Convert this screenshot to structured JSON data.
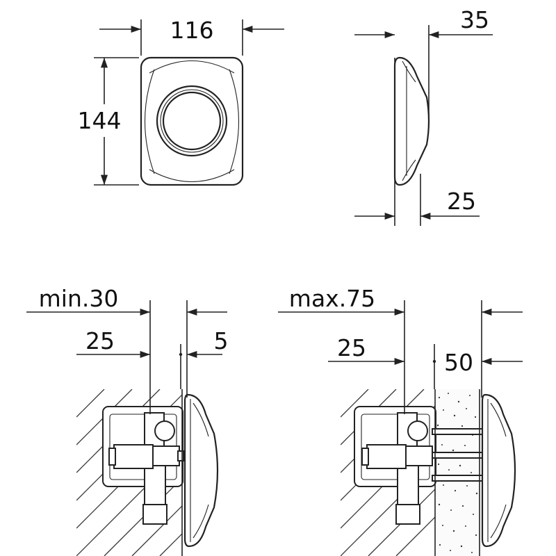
{
  "front_view": {
    "width_label": "116",
    "height_label": "144"
  },
  "side_view": {
    "depth_label": "35",
    "base_label": "25"
  },
  "install_min": {
    "depth_label": "min.30",
    "offset_label": "25",
    "gap_label": "5"
  },
  "install_max": {
    "depth_label": "max.75",
    "offset_label": "25",
    "gap_label": "50"
  }
}
